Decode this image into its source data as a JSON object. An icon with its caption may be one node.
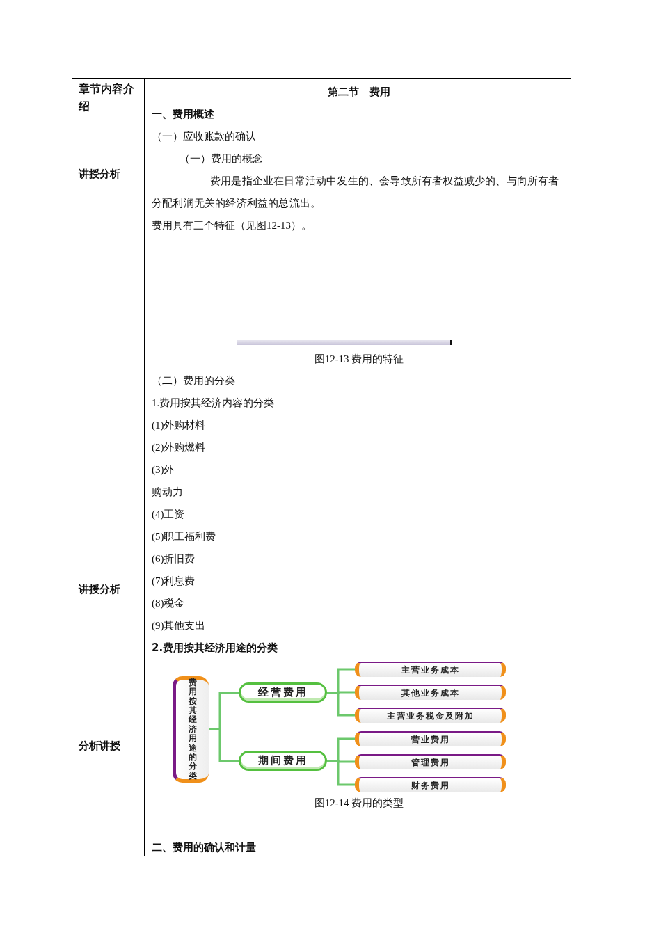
{
  "diagram": {
    "nodes": [
      {
        "text": [
          "费用按其经济用途的分类"
        ]
      },
      {
        "text": [
          "经营费用"
        ]
      },
      {
        "text": [
          "期间费用"
        ]
      },
      {
        "text": [
          "主营业务成本"
        ]
      },
      {
        "text": [
          "其他业务成本"
        ]
      },
      {
        "text": [
          "主营业务税金及附加"
        ]
      },
      {
        "text": [
          "营业费用"
        ]
      },
      {
        "text": [
          "管理费用"
        ]
      },
      {
        "text": [
          "财务费用"
        ]
      }
    ],
    "edges": [
      {
        "from": 0,
        "to": 1,
        "arrow": "none"
      },
      {
        "from": 0,
        "to": 2,
        "arrow": "none"
      },
      {
        "from": 1,
        "to": 3,
        "arrow": "none"
      },
      {
        "from": 1,
        "to": 4,
        "arrow": "none"
      },
      {
        "from": 1,
        "to": 5,
        "arrow": "none"
      },
      {
        "from": 2,
        "to": 6,
        "arrow": "none"
      },
      {
        "from": 2,
        "to": 7,
        "arrow": "none"
      },
      {
        "from": 2,
        "to": 8,
        "arrow": "none"
      }
    ],
    "labels": [
      "章节内容介绍",
      "讲授分析",
      "讲授分析",
      "分析讲授",
      "第二节　费用",
      "一、费用概述",
      "（一）应收账款的确认",
      "（一）费用的概念",
      "费用是指企业在日常活动中发生的、会导致所有者权益减少的、与向所有者分配利润无关的经济利益的总流出。",
      "费用具有三个特征（见图12-13）。",
      "图12-13 费用的特征",
      "（二）费用的分类",
      "1.费用按其经济内容的分类",
      "(1)外购材料",
      "(2)外购燃料",
      "(3)外",
      "购动力",
      "(4)工资",
      "(5)职工福利费",
      "(6)折旧费",
      "(7)利息费",
      "(8)税金",
      "(9)其他支出",
      "2.费用按其经济用途的分类",
      "图12-14 费用的类型",
      "二、费用的确认和计量"
    ]
  }
}
